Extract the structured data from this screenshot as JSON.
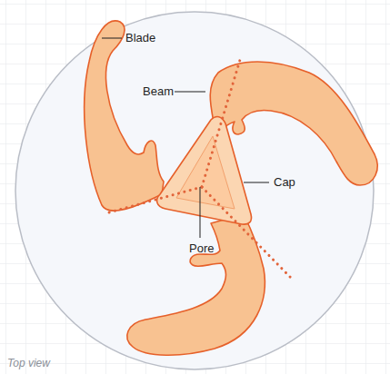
{
  "diagram": {
    "labels": [
      "Blade",
      "Beam",
      "Cap",
      "Pore",
      "Top view"
    ]
  }
}
